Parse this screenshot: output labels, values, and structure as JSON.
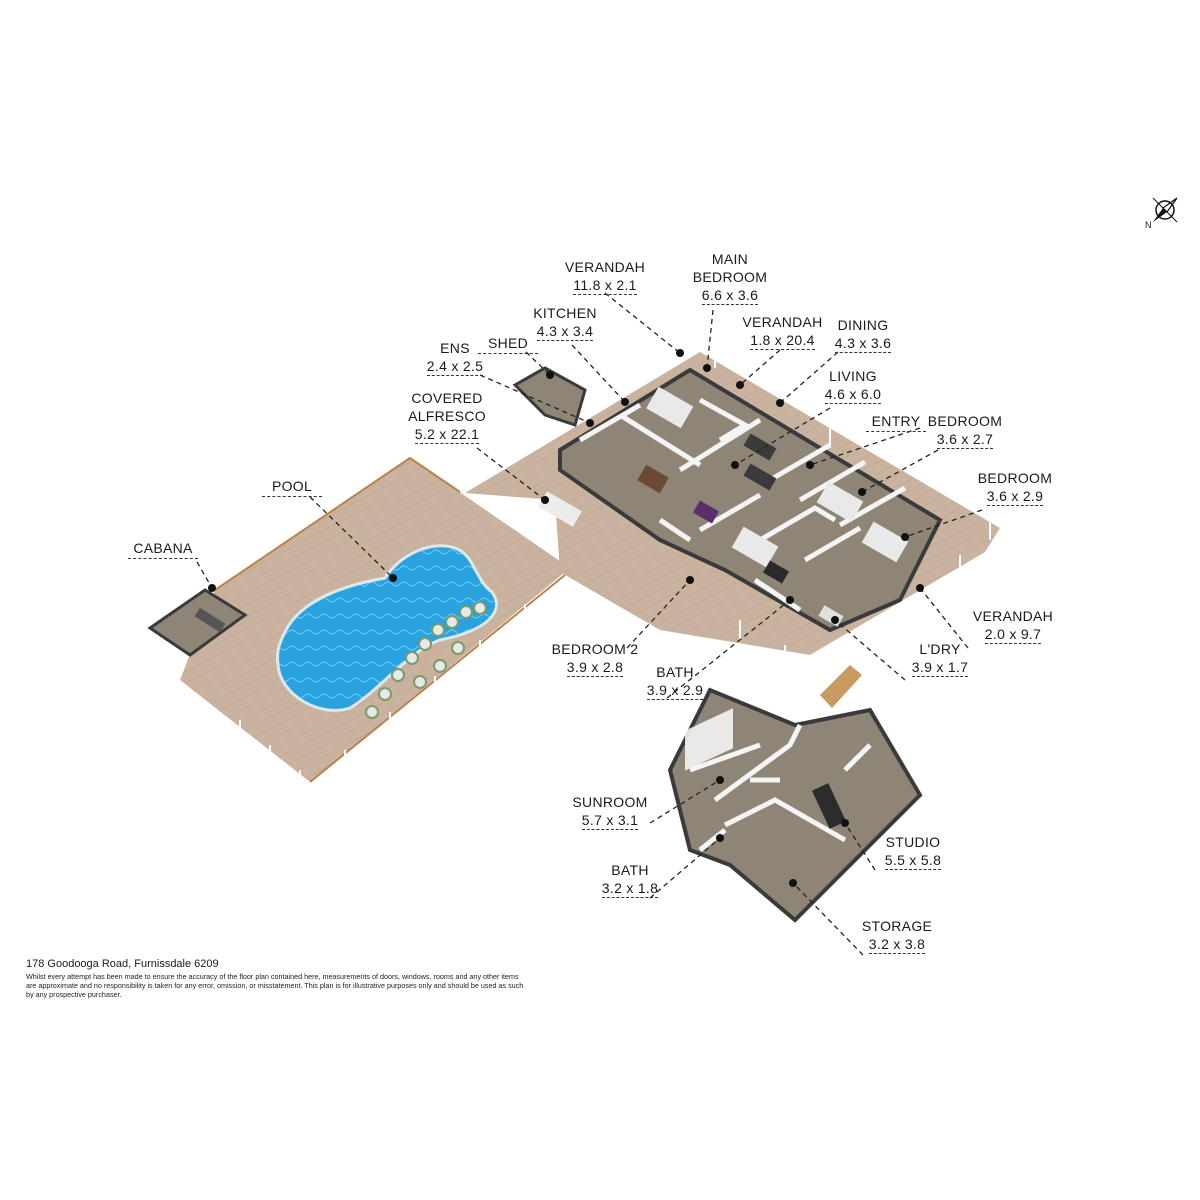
{
  "rooms": {
    "verandah_top": {
      "name": "VERANDAH",
      "dims": "11.8 x 2.1"
    },
    "main_bedroom": {
      "name1": "MAIN",
      "name2": "BEDROOM",
      "dims": "6.6 x 3.6"
    },
    "kitchen": {
      "name": "KITCHEN",
      "dims": "4.3 x 3.4"
    },
    "verandah_mid": {
      "name": "VERANDAH",
      "dims": "1.8 x 20.4"
    },
    "dining": {
      "name": "DINING",
      "dims": "4.3 x 3.6"
    },
    "ens": {
      "name": "ENS",
      "dims": "2.4 x 2.5"
    },
    "shed": {
      "name": "SHED"
    },
    "living": {
      "name": "LIVING",
      "dims": "4.6 x 6.0"
    },
    "covered_alfresco": {
      "name1": "COVERED",
      "name2": "ALFRESCO",
      "dims": "5.2 x 22.1"
    },
    "entry": {
      "name": "ENTRY"
    },
    "bedroom_a": {
      "name": "BEDROOM",
      "dims": "3.6 x 2.7"
    },
    "bedroom_b": {
      "name": "BEDROOM",
      "dims": "3.6 x 2.9"
    },
    "pool": {
      "name": "POOL"
    },
    "cabana": {
      "name": "CABANA"
    },
    "verandah_right": {
      "name": "VERANDAH",
      "dims": "2.0 x 9.7"
    },
    "bedroom_2": {
      "name": "BEDROOM 2",
      "dims": "3.9 x 2.8"
    },
    "laundry": {
      "name": "L'DRY",
      "dims": "3.9 x 1.7"
    },
    "bath_main": {
      "name": "BATH",
      "dims": "3.9 x 2.9"
    },
    "sunroom": {
      "name": "SUNROOM",
      "dims": "5.7 x 3.1"
    },
    "studio": {
      "name": "STUDIO",
      "dims": "5.5 x 5.8"
    },
    "bath_studio": {
      "name": "BATH",
      "dims": "3.2 x 1.8"
    },
    "storage": {
      "name": "STORAGE",
      "dims": "3.2 x 3.8"
    }
  },
  "compass": {
    "label": "N"
  },
  "footer": {
    "address": "178 Goodooga Road, Furnissdale 6209",
    "disclaimer": "Whilst every attempt has been made to ensure the accuracy of the floor plan contained here, measurements of doors, windows, rooms and any other items are approximate and no responsibility is taken for any error, omission, or misstatement. This plan is for illustrative purposes only and should be used as such by any prospective purchaser."
  },
  "colors": {
    "deck": "#c9b39f",
    "floor": "#8f8576",
    "wall": "#f4f4f4",
    "wall_shadow": "#3a3a3a",
    "pool_water": "#2aa2e0",
    "rail": "#b8834d"
  }
}
